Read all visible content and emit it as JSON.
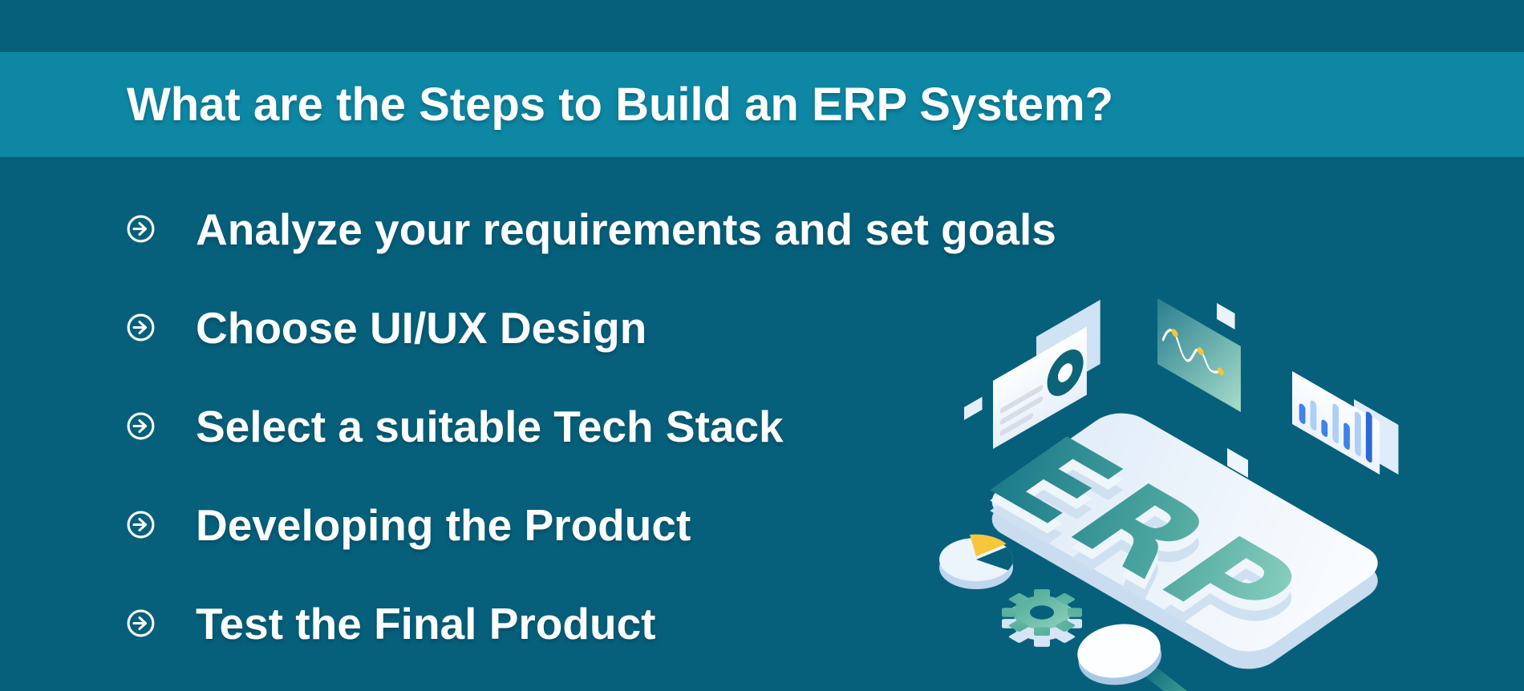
{
  "page": {
    "background_color": "#06607b",
    "band_color": "#0d87a3",
    "text_color": "#ffffff"
  },
  "header": {
    "title": "What are the Steps to Build an ERP System?"
  },
  "steps": [
    {
      "label": "Analyze your requirements and set goals"
    },
    {
      "label": "Choose UI/UX Design"
    },
    {
      "label": "Select a suitable Tech Stack"
    },
    {
      "label": "Developing the Product"
    },
    {
      "label": "Test the Final Product"
    }
  ],
  "illustration": {
    "erp_label": "ERP",
    "icons": [
      "presentation-screen",
      "line-chart-card",
      "bar-chart-card",
      "erp-3d-tablet",
      "pie-chart",
      "gear",
      "magnifier"
    ],
    "colors": {
      "letter_dark": "#137487",
      "letter_light": "#a8e4cf",
      "card_teal_dark": "#2a7e90",
      "card_teal_light": "#a7ddca",
      "accent_yellow": "#f7c63b",
      "bar_blue": "#3f82e8",
      "bar_dark_blue": "#2d68d6",
      "bar_light_blue": "#aecff5",
      "panel_white": "#fbfdff",
      "panel_shadow": "#c9dcf0",
      "donut_teal": "#0d6478"
    }
  }
}
